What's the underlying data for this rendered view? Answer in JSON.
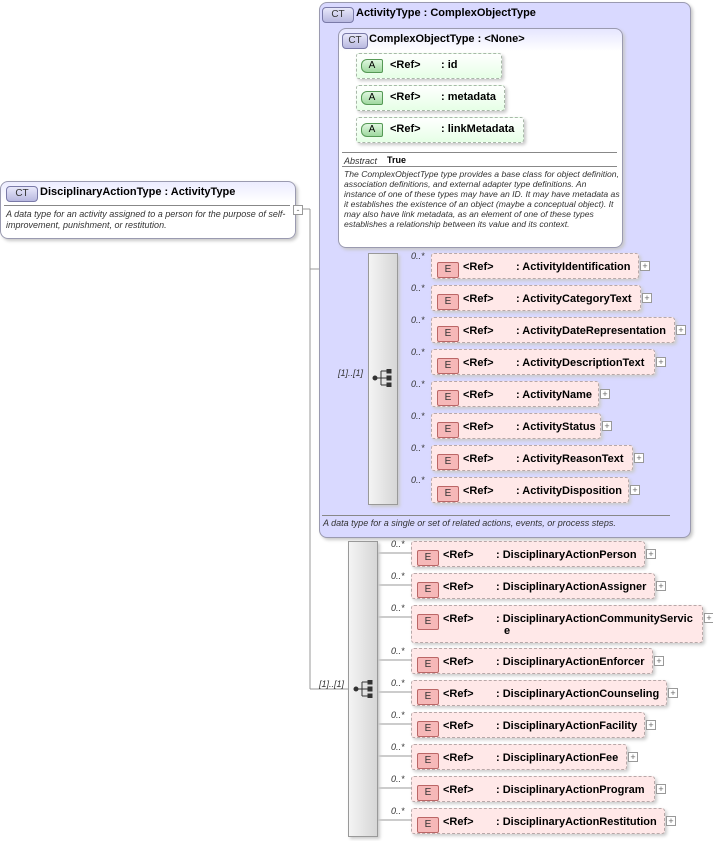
{
  "root": {
    "badge": "CT",
    "title": "DisciplinaryActionType : ActivityType",
    "description": "A data type for an activity assigned to a person for the purpose of self-improvement, punishment, or restitution.",
    "collapse": "-"
  },
  "activity_type": {
    "badge": "CT",
    "title": "ActivityType : ComplexObjectType",
    "description": "A data type for a single or set of related actions, events, or process steps."
  },
  "complex_object_type": {
    "badge": "CT",
    "title": "ComplexObjectType : <None>",
    "attributes": [
      {
        "badge": "A",
        "ref": "<Ref>",
        "name": ": id"
      },
      {
        "badge": "A",
        "ref": "<Ref>",
        "name": ": metadata"
      },
      {
        "badge": "A",
        "ref": "<Ref>",
        "name": ": linkMetadata"
      }
    ],
    "abstract_label": "Abstract",
    "abstract_value": "True",
    "description": "The ComplexObjectType type provides a base class for object definition, association definitions, and external adapter type definitions. An instance of one of these types may have an ID. It may have metadata as it establishes the existence of an object (maybe a conceptual object). It may also have link metadata, as an element of one of these types establishes a relationship between its value and its context."
  },
  "activity_sequence": {
    "cardinality": "[1]..[1]",
    "elements": [
      {
        "badge": "E",
        "card": "0..*",
        "ref": "<Ref>",
        "name": ": ActivityIdentification",
        "expand": "+"
      },
      {
        "badge": "E",
        "card": "0..*",
        "ref": "<Ref>",
        "name": ": ActivityCategoryText",
        "expand": "+"
      },
      {
        "badge": "E",
        "card": "0..*",
        "ref": "<Ref>",
        "name": ": ActivityDateRepresentation",
        "expand": "+"
      },
      {
        "badge": "E",
        "card": "0..*",
        "ref": "<Ref>",
        "name": ": ActivityDescriptionText",
        "expand": "+"
      },
      {
        "badge": "E",
        "card": "0..*",
        "ref": "<Ref>",
        "name": ": ActivityName",
        "expand": "+"
      },
      {
        "badge": "E",
        "card": "0..*",
        "ref": "<Ref>",
        "name": ": ActivityStatus",
        "expand": "+"
      },
      {
        "badge": "E",
        "card": "0..*",
        "ref": "<Ref>",
        "name": ": ActivityReasonText",
        "expand": "+"
      },
      {
        "badge": "E",
        "card": "0..*",
        "ref": "<Ref>",
        "name": ": ActivityDisposition",
        "expand": "+"
      }
    ]
  },
  "disciplinary_sequence": {
    "cardinality": "[1]..[1]",
    "elements": [
      {
        "badge": "E",
        "card": "0..*",
        "ref": "<Ref>",
        "name": ": DisciplinaryActionPerson",
        "expand": "+"
      },
      {
        "badge": "E",
        "card": "0..*",
        "ref": "<Ref>",
        "name": ": DisciplinaryActionAssigner",
        "expand": "+"
      },
      {
        "badge": "E",
        "card": "0..*",
        "ref": "<Ref>",
        "name": ": DisciplinaryActionCommunityServic",
        "name2": "e",
        "expand": "+"
      },
      {
        "badge": "E",
        "card": "0..*",
        "ref": "<Ref>",
        "name": ": DisciplinaryActionEnforcer",
        "expand": "+"
      },
      {
        "badge": "E",
        "card": "0..*",
        "ref": "<Ref>",
        "name": ": DisciplinaryActionCounseling",
        "expand": "+"
      },
      {
        "badge": "E",
        "card": "0..*",
        "ref": "<Ref>",
        "name": ": DisciplinaryActionFacility",
        "expand": "+"
      },
      {
        "badge": "E",
        "card": "0..*",
        "ref": "<Ref>",
        "name": ": DisciplinaryActionFee",
        "expand": "+"
      },
      {
        "badge": "E",
        "card": "0..*",
        "ref": "<Ref>",
        "name": ": DisciplinaryActionProgram",
        "expand": "+"
      },
      {
        "badge": "E",
        "card": "0..*",
        "ref": "<Ref>",
        "name": ": DisciplinaryActionRestitution",
        "expand": "+"
      }
    ]
  }
}
